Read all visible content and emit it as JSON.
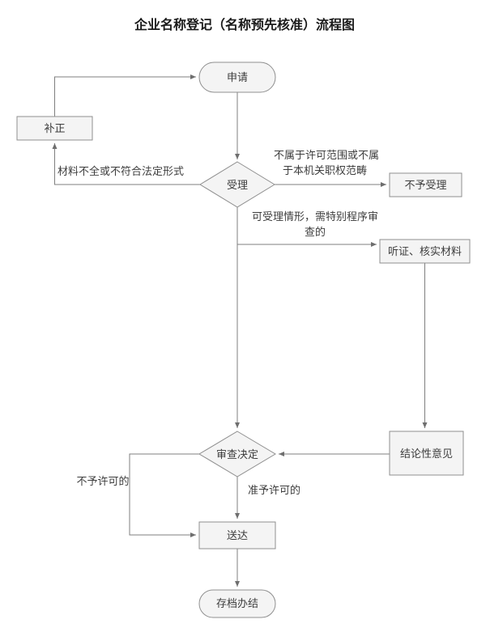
{
  "title": "企业名称登记（名称预先核准）流程图",
  "diagram": {
    "nodes": {
      "apply": {
        "label": "申请",
        "type": "start-terminator"
      },
      "correction": {
        "label": "补正",
        "type": "process"
      },
      "accept": {
        "label": "受理",
        "type": "decision"
      },
      "reject": {
        "label": "不予受理",
        "type": "process"
      },
      "hearing": {
        "label": "听证、核实材料",
        "type": "process"
      },
      "conclusion": {
        "label": "结论性意见",
        "type": "process"
      },
      "decision": {
        "label": "审查决定",
        "type": "decision"
      },
      "deliver": {
        "label": "送达",
        "type": "process"
      },
      "archive": {
        "label": "存档办结",
        "type": "end-terminator"
      }
    },
    "edge_labels": {
      "incomplete": "材料不全或不符合法定形式",
      "out_of_scope_1": "不属于许可范围或不属",
      "out_of_scope_2": "于本机关职权范畴",
      "special_review_1": "可受理情形，需特别程序审",
      "special_review_2": "查的",
      "not_permitted": "不予许可的",
      "permitted": "准予许可的"
    },
    "edges": [
      {
        "from": "申请",
        "to": "受理",
        "label": ""
      },
      {
        "from": "受理",
        "to": "补正",
        "label": "材料不全或不符合法定形式"
      },
      {
        "from": "补正",
        "to": "申请",
        "label": ""
      },
      {
        "from": "受理",
        "to": "不予受理",
        "label": "不属于许可范围或不属于本机关职权范畴"
      },
      {
        "from": "受理",
        "to": "听证、核实材料",
        "label": "可受理情形，需特别程序审查的"
      },
      {
        "from": "受理",
        "to": "审查决定",
        "label": ""
      },
      {
        "from": "听证、核实材料",
        "to": "结论性意见",
        "label": ""
      },
      {
        "from": "结论性意见",
        "to": "审查决定",
        "label": ""
      },
      {
        "from": "审查决定",
        "to": "送达",
        "label": "准予许可的"
      },
      {
        "from": "审查决定",
        "to": "送达",
        "label": "不予许可的"
      },
      {
        "from": "送达",
        "to": "存档办结",
        "label": ""
      }
    ],
    "colors": {
      "node_fill": "#f4f4f4",
      "node_border": "#8f8f8f",
      "connector": "#7f7f7f",
      "text": "#3d3d3d"
    }
  }
}
